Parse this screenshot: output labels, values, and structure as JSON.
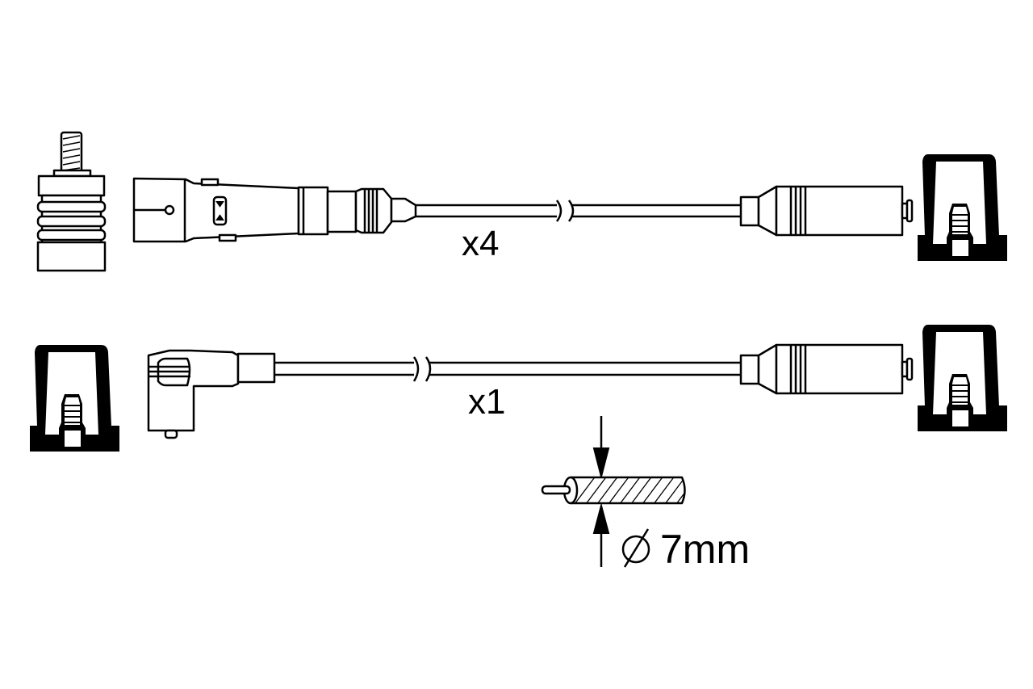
{
  "diagram": {
    "cable_sets": [
      {
        "quantity_label": "x4",
        "plug_type": "straight"
      },
      {
        "quantity_label": "x1",
        "plug_type": "angled"
      }
    ],
    "cable_detail": {
      "diameter_symbol": "diameter-icon",
      "diameter_label": "7mm"
    },
    "colors": {
      "line": "#000000",
      "background": "#ffffff"
    }
  }
}
